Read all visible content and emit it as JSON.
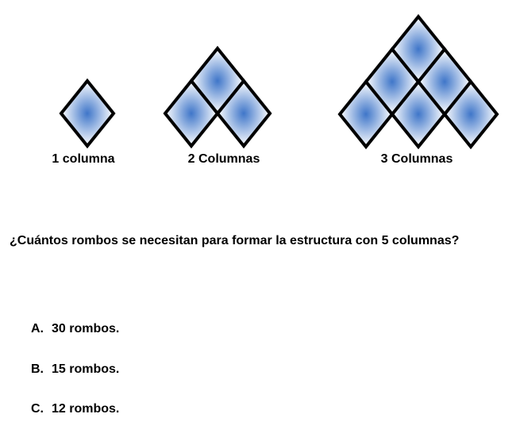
{
  "figures": [
    {
      "label": "1 columna",
      "columns": 1,
      "rhombus_count": 1
    },
    {
      "label": "2 Columnas",
      "columns": 2,
      "rhombus_count": 3
    },
    {
      "label": "3 Columnas",
      "columns": 3,
      "rhombus_count": 6
    }
  ],
  "question": "¿Cuántos rombos se necesitan para formar la estructura con 5 columnas?",
  "options": [
    {
      "letter": "A.",
      "text": "30 rombos."
    },
    {
      "letter": "B.",
      "text": "15 rombos."
    },
    {
      "letter": "C.",
      "text": "12 rombos."
    }
  ],
  "colors": {
    "rhombus_center": "#3f76c9",
    "rhombus_edge": "#ffffff",
    "outline": "#000000"
  }
}
